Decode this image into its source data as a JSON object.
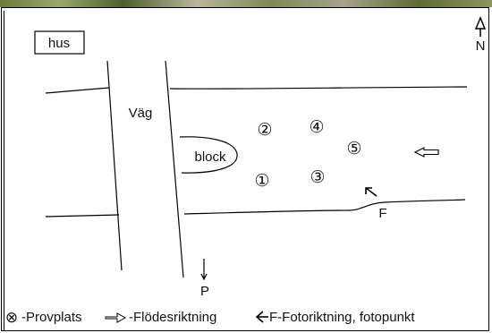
{
  "map": {
    "house_label": "hus",
    "road_label": "Väg",
    "block_label": "block",
    "north_label": "N",
    "photo_point_label": "F",
    "outlet_label": "P",
    "sample_sites": [
      "①",
      "②",
      "③",
      "④",
      "⑤"
    ]
  },
  "legend": {
    "sample_symbol": "⊗",
    "sample_text": "-Provplats",
    "flow_text": "-Flödesriktning",
    "photo_text": "F-Fotoriktning, fotopunkt"
  }
}
